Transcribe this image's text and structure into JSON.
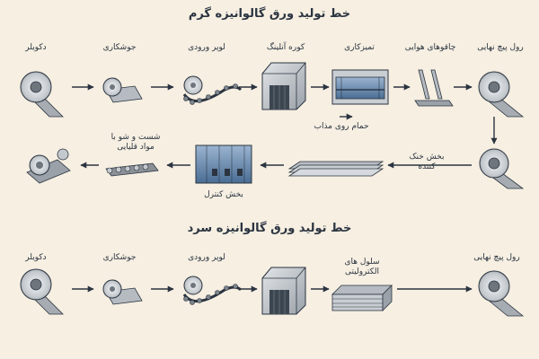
{
  "hot": {
    "title": "خط تولید ورق گالوانیزه گرم",
    "labels": {
      "decoiler": "دکویلر",
      "welder": "جوشکاری",
      "entry_looper": "لوپر ورودی",
      "annealing_furnace": "کوره آنلینگ",
      "cleaning": "تمیزکاری",
      "air_knives": "چاقوهای هوایی",
      "final_coil": "رول پیچ نهایی",
      "molten_bath": "حمام روی مذاب",
      "cooling_line1": "بخش خنک",
      "cooling_line2": "کننده",
      "control": "بخش کنترل",
      "wash_line1": "شست و شو با",
      "wash_line2": "مواد قلیایی"
    }
  },
  "cold": {
    "title": "خط تولید ورق گالوانیزه سرد",
    "labels": {
      "decoiler": "دکویلر",
      "welder": "جوشکاری",
      "entry_looper": "لوپر ورودی",
      "electrolytic_line1": "سلول های",
      "electrolytic_line2": "الکترولیتی",
      "final_coil": "رول پیچ نهایی"
    }
  },
  "colors": {
    "background": "#f6efe2",
    "metal_light": "#d6dade",
    "metal_dark": "#7e858c",
    "outline": "#2b3440",
    "accent_blue": "#5b7fa8"
  }
}
